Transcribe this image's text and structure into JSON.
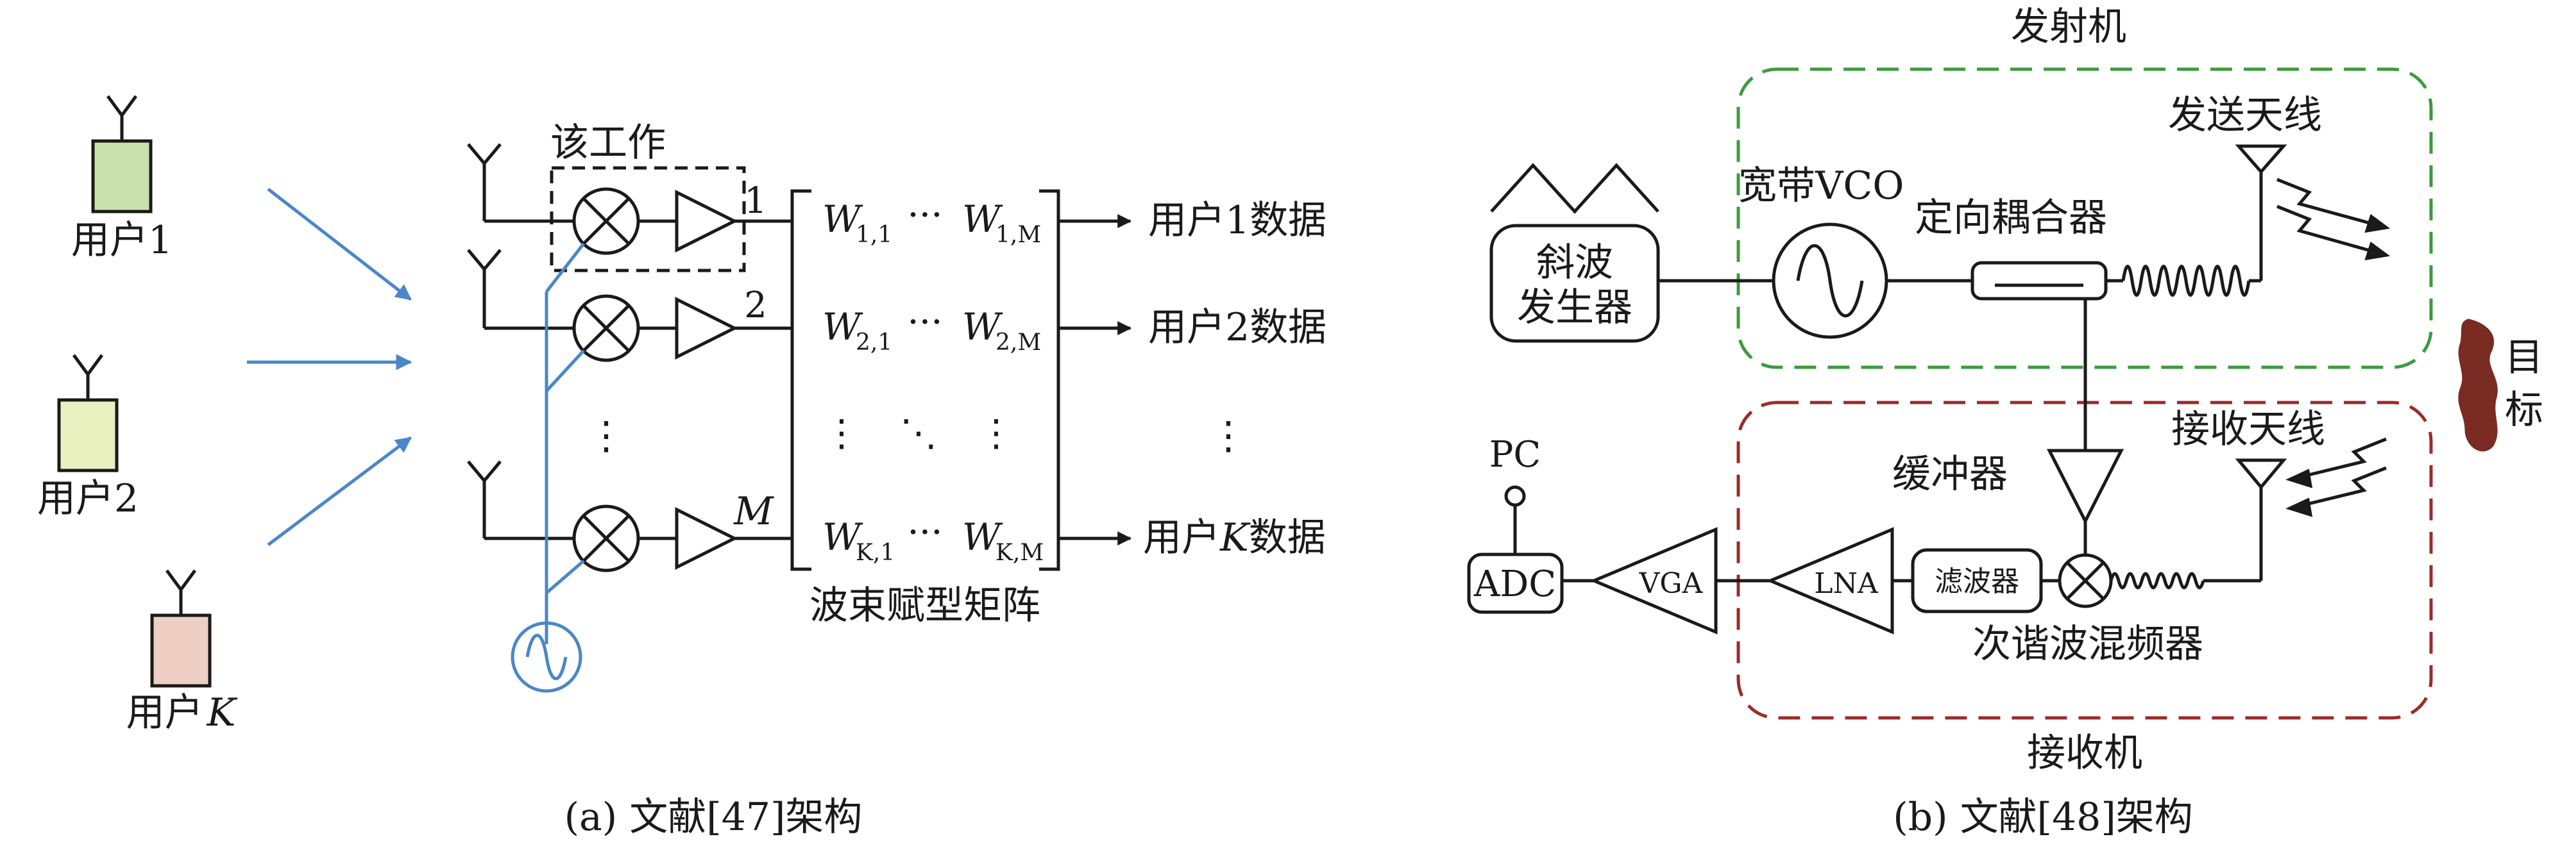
{
  "panel_a": {
    "caption": "(a) 文献[47]架构",
    "users": [
      {
        "label": "用户1",
        "color": "#c9e2ad"
      },
      {
        "label": "用户2",
        "color": "#eaf1c0"
      },
      {
        "label": "用户",
        "label_var": "K",
        "color": "#efcfc3"
      }
    ],
    "this_work_label": "该工作",
    "branch_labels": [
      "1",
      "2",
      "M"
    ],
    "vertical_dots": "⋮",
    "matrix_caption": "波束赋型矩阵",
    "matrix": {
      "rows": [
        {
          "first": "W",
          "first_sub": "1,1",
          "dots": "···",
          "last": "W",
          "last_sub": "1,M"
        },
        {
          "first": "W",
          "first_sub": "2,1",
          "dots": "···",
          "last": "W",
          "last_sub": "2,M"
        },
        {
          "first": "⋮",
          "mid": "⋱",
          "last": "⋮"
        },
        {
          "first": "W",
          "first_sub": "K,1",
          "dots": "···",
          "last": "W",
          "last_sub": "K,M"
        }
      ]
    },
    "outputs": [
      {
        "prefix": "用户",
        "var": "",
        "num": "1",
        "suffix": "数据"
      },
      {
        "prefix": "用户",
        "var": "",
        "num": "2",
        "suffix": "数据"
      },
      {
        "prefix": "⋮",
        "var": "",
        "num": "",
        "suffix": ""
      },
      {
        "prefix": "用户",
        "var": "K",
        "num": "",
        "suffix": "数据"
      }
    ],
    "colors": {
      "blue": "#4a87c7",
      "ink": "#1a1a1a"
    }
  },
  "panel_b": {
    "caption": "(b) 文献[48]架构",
    "transmitter_label": "发射机",
    "receiver_label": "接收机",
    "ramp_generator": [
      "斜波",
      "发生器"
    ],
    "vco_label": "宽带VCO",
    "coupler_label": "定向耦合器",
    "tx_antenna_label": "发送天线",
    "rx_antenna_label": "接收天线",
    "target_label": [
      "目",
      "标"
    ],
    "buffer_label": "缓冲器",
    "mixer_label": "次谐波混频器",
    "filter_label": "滤波器",
    "lna_label": "LNA",
    "vga_label": "VGA",
    "adc_label": "ADC",
    "pc_label": "PC",
    "colors": {
      "tx_box": "#3d9a3d",
      "rx_box": "#9b2b2b",
      "target": "#7a2b22",
      "ink": "#1a1a1a"
    }
  }
}
